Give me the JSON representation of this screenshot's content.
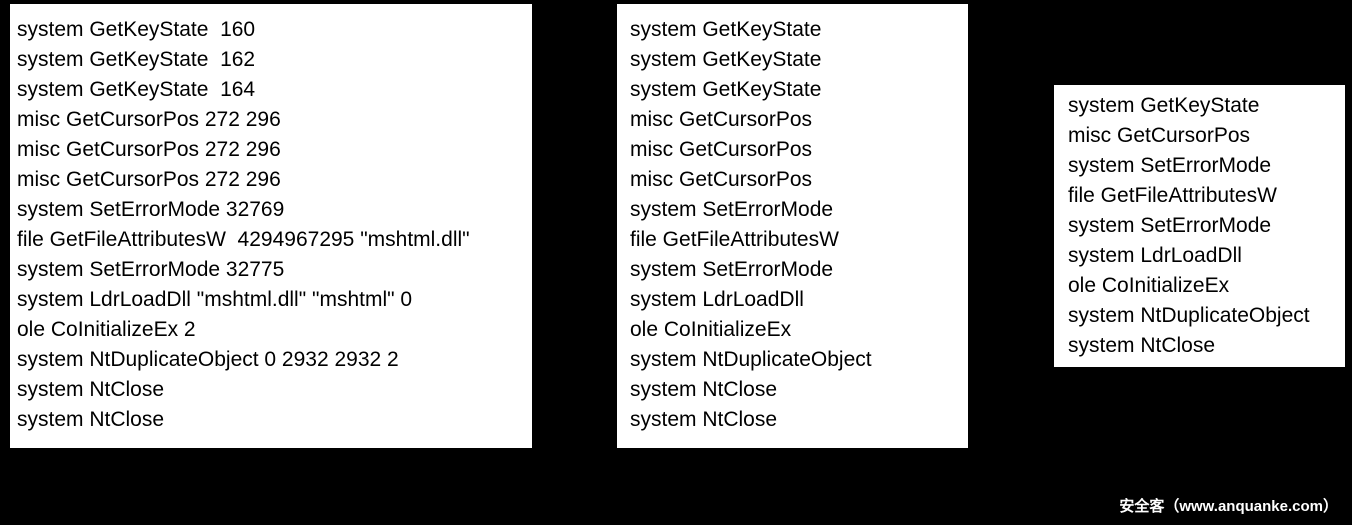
{
  "figure": {
    "colors": {
      "background": "#000000",
      "panel_bg": "#ffffff",
      "panel_text": "#000000",
      "watermark_text_color": "#ffffff"
    },
    "panels": {
      "raw_trace": {
        "lines": [
          "system GetKeyState  160",
          "system GetKeyState  162",
          "system GetKeyState  164",
          "misc GetCursorPos 272 296",
          "misc GetCursorPos 272 296",
          "misc GetCursorPos 272 296",
          "system SetErrorMode 32769",
          "file GetFileAttributesW  4294967295 \"mshtml.dll\"",
          "system SetErrorMode 32775",
          "system LdrLoadDll \"mshtml.dll\" \"mshtml\" 0",
          "ole CoInitializeEx 2",
          "system NtDuplicateObject 0 2932 2932 2",
          "system NtClose",
          "system NtClose"
        ]
      },
      "args_stripped_trace": {
        "lines": [
          "system GetKeyState",
          "system GetKeyState",
          "system GetKeyState",
          "misc GetCursorPos",
          "misc GetCursorPos",
          "misc GetCursorPos",
          "system SetErrorMode",
          "file GetFileAttributesW",
          "system SetErrorMode",
          "system LdrLoadDll",
          "ole CoInitializeEx",
          "system NtDuplicateObject",
          "system NtClose",
          "system NtClose"
        ]
      },
      "deduplicated_trace": {
        "lines": [
          "system GetKeyState",
          "misc GetCursorPos",
          "system SetErrorMode",
          "file GetFileAttributesW",
          "system SetErrorMode",
          "system LdrLoadDll",
          "ole CoInitializeEx",
          "system NtDuplicateObject",
          "system NtClose"
        ]
      }
    },
    "watermark": {
      "text": "安全客（www.anquanke.com）"
    }
  }
}
